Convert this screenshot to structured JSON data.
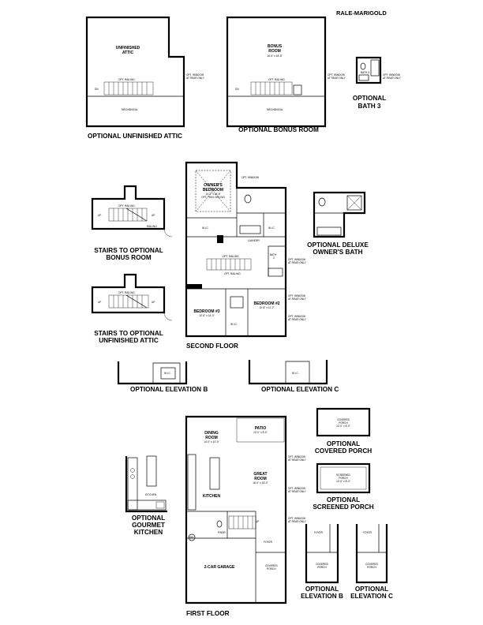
{
  "title": "RALE-MARIGOLD",
  "captions": {
    "opt_unfinished_attic": "OPTIONAL UNFINISHED ATTIC",
    "opt_bonus_room": "OPTIONAL BONUS ROOM",
    "opt_bath3_1": "OPTIONAL",
    "opt_bath3_2": "BATH 3",
    "stairs_bonus_1": "STAIRS TO OPTIONAL",
    "stairs_bonus_2": "BONUS ROOM",
    "stairs_attic_1": "STAIRS TO OPTIONAL",
    "stairs_attic_2": "UNFINISHED ATTIC",
    "second_floor": "SECOND FLOOR",
    "opt_deluxe_1": "OPTIONAL DELUXE",
    "opt_deluxe_2": "OWNER'S BATH",
    "opt_elev_b": "OPTIONAL ELEVATION B",
    "opt_elev_c": "OPTIONAL ELEVATION C",
    "opt_cov_porch_1": "OPTIONAL",
    "opt_cov_porch_2": "COVERED PORCH",
    "opt_scr_porch_1": "OPTIONAL",
    "opt_scr_porch_2": "SCREENED PORCH",
    "opt_gourmet_1": "OPTIONAL",
    "opt_gourmet_2": "GOURMET",
    "opt_gourmet_3": "KITCHEN",
    "opt_elev_b2_1": "OPTIONAL",
    "opt_elev_b2_2": "ELEVATION B",
    "opt_elev_c2_1": "OPTIONAL",
    "opt_elev_c2_2": "ELEVATION C",
    "first_floor": "FIRST FLOOR"
  },
  "rooms": {
    "unfinished_attic_1": "UNFINISHED",
    "unfinished_attic_2": "ATTIC",
    "bonus_1": "BONUS",
    "bonus_2": "ROOM",
    "bonus_dim": "16'-4\" x 18'-8\"",
    "bath3": "BATH 3",
    "owners_1": "OWNER'S",
    "owners_2": "BEDROOM",
    "owners_dim": "14'-2\" x 16'-6\"",
    "owners_opt": "OPT. TRAY CEILING",
    "bath2_1": "BATH",
    "bath2_2": "2",
    "laundry": "LAUNDRY",
    "bedroom3_1": "BEDROOM #3",
    "bedroom3_dim": "10'-6\" x 14'-4\"",
    "bedroom2_1": "BEDROOM #2",
    "bedroom2_dim": "10'-8\" x 11'-2\"",
    "dining_1": "DINING",
    "dining_2": "ROOM",
    "dining_dim": "14'-0\" x 10'-0\"",
    "patio": "PATIO",
    "patio_dim": "12'-0\" x 8'-0\"",
    "great_1": "GREAT",
    "great_2": "ROOM",
    "great_dim": "16'-0\" x 18'-0\"",
    "kitchen": "KITCHEN",
    "kitchen_g": "KITCHEN",
    "pwdr": "PWDR",
    "foyer": "FOYER",
    "foyer_b": "FOYER",
    "foyer_c": "FOYER",
    "garage": "2-CAR GARAGE",
    "cov_porch_1": "COVERED",
    "cov_porch_2": "PORCH",
    "cov_porch_b_1": "COVERED",
    "cov_porch_b_2": "PORCH",
    "cov_porch_c_1": "COVERED",
    "cov_porch_c_2": "PORCH",
    "opt_cov_porch_1": "COVERED",
    "opt_cov_porch_2": "PORCH",
    "opt_cov_porch_dim": "12'-0\" x 8'-0\"",
    "opt_scr_porch_1": "SCREENED",
    "opt_scr_porch_2": "PORCH",
    "opt_scr_porch_dim": "12'-0\" x 8'-0\"",
    "wic": "W.I.C.",
    "mechanical": "MECHANICAL",
    "opt_railing": "OPT. RAILING",
    "railing": "RAILING",
    "dn": "DN",
    "up": "UP",
    "opt_window": "OPT. WINDOW",
    "at_rear_only": "AT REAR ONLY"
  }
}
